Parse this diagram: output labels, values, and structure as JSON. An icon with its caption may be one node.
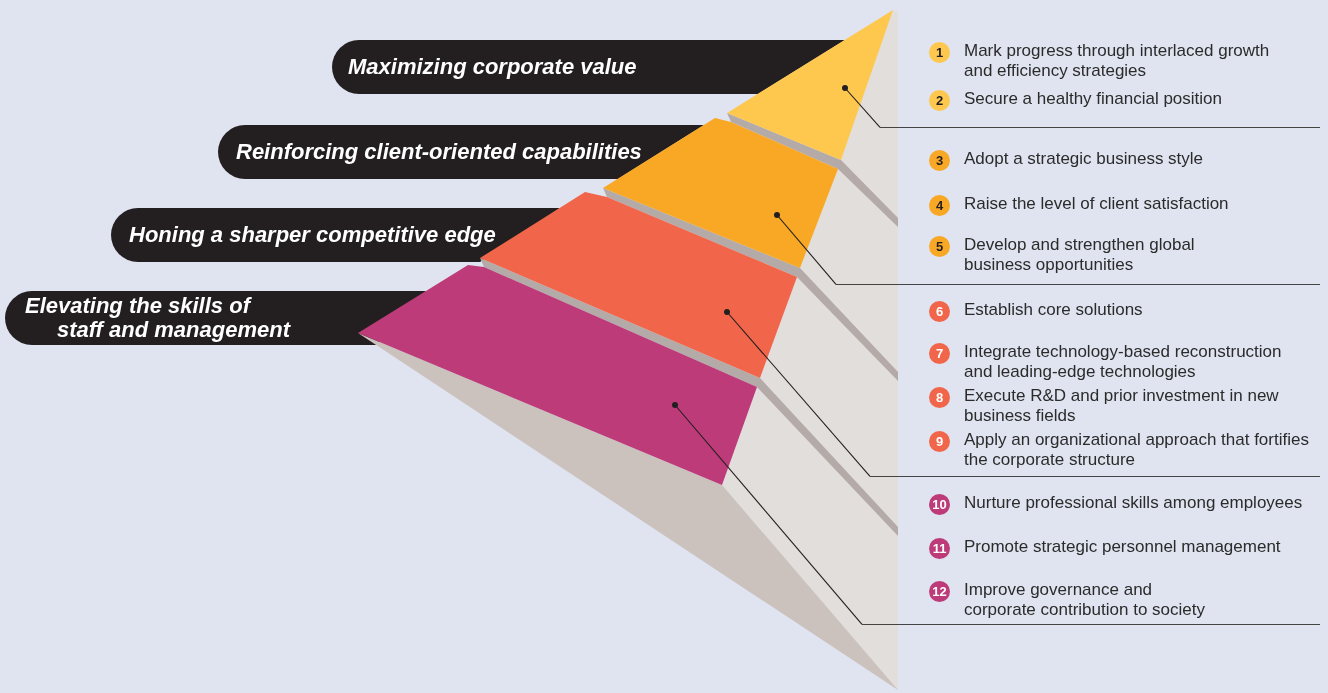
{
  "diagram": {
    "nodes": [
      {
        "text": [
          "Maximizing corporate value"
        ]
      },
      {
        "text": [
          "Reinforcing client-oriented capabilities"
        ]
      },
      {
        "text": [
          "Honing a sharper competitive edge"
        ]
      },
      {
        "text": [
          "Elevating the skills of staff and management"
        ]
      },
      {
        "text": [],
        "shape": "triangle"
      },
      {
        "text": [],
        "shape": "trapezoid"
      },
      {
        "text": [],
        "shape": "trapezoid"
      },
      {
        "text": [],
        "shape": "trapezoid"
      },
      {
        "text": [],
        "shape": "box"
      },
      {
        "text": [],
        "shape": "box"
      },
      {
        "text": [],
        "shape": "box"
      },
      {
        "text": [],
        "shape": "box"
      },
      {
        "text": [
          "1",
          "Mark progress through interlaced growth and efficiency strategies"
        ],
        "in": 8
      },
      {
        "text": [
          "2",
          "Secure a healthy financial position"
        ],
        "in": 8
      },
      {
        "text": [
          "3",
          "Adopt a strategic business style"
        ],
        "in": 9
      },
      {
        "text": [
          "4",
          "Raise the level of client satisfaction"
        ],
        "in": 9
      },
      {
        "text": [
          "5",
          "Develop and strengthen global business opportunities"
        ],
        "in": 9
      },
      {
        "text": [
          "6",
          "Establish core solutions"
        ],
        "in": 10
      },
      {
        "text": [
          "7",
          "Integrate technology-based reconstruction and leading-edge technologies"
        ],
        "in": 10
      },
      {
        "text": [
          "8",
          "Execute R&D and prior investment in new business fields"
        ],
        "in": 10
      },
      {
        "text": [
          "9",
          "Apply an organizational approach that fortifies the corporate structure"
        ],
        "in": 10
      },
      {
        "text": [
          "10",
          "Nurture professional skills among employees"
        ],
        "in": 11
      },
      {
        "text": [
          "11",
          "Promote strategic personnel management"
        ],
        "in": 11
      },
      {
        "text": [
          "12",
          "Improve governance and corporate contribution to society"
        ],
        "in": 11
      }
    ],
    "edges": [
      {
        "from": 4,
        "to": 8,
        "arrow": "other"
      },
      {
        "from": 5,
        "to": 9,
        "arrow": "other"
      },
      {
        "from": 6,
        "to": 10,
        "arrow": "other"
      },
      {
        "from": 7,
        "to": 11,
        "arrow": "other"
      }
    ]
  }
}
